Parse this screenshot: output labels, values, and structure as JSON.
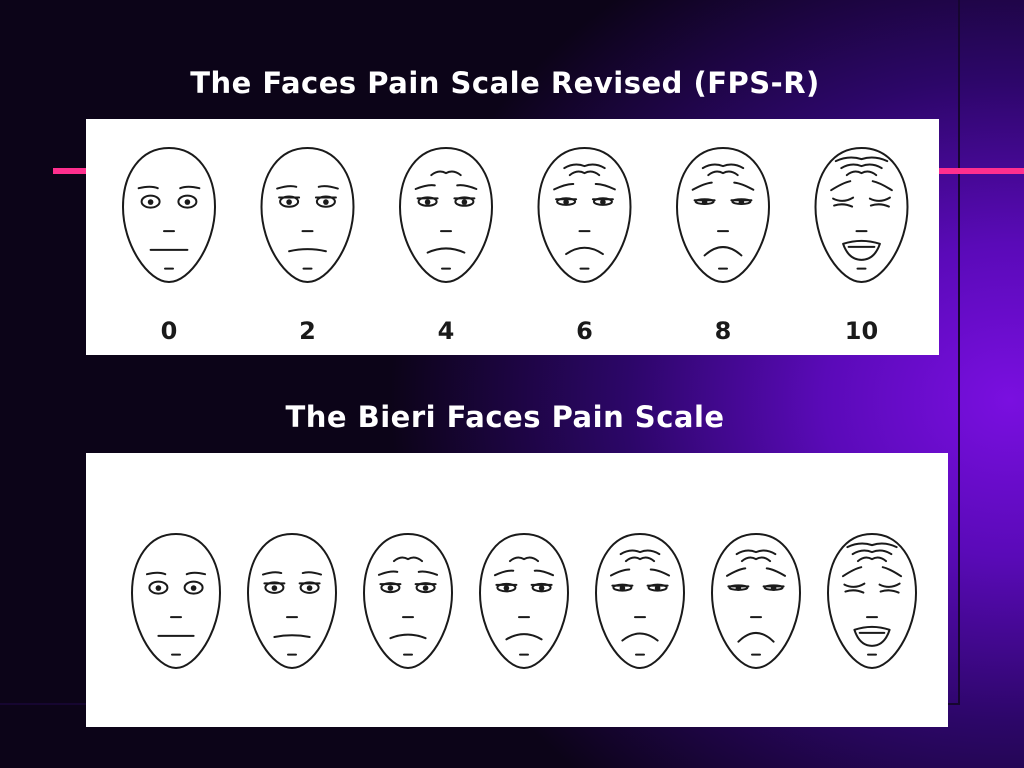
{
  "slide": {
    "title_fps_r": "The Faces Pain Scale Revised (FPS-R)",
    "title_bieri": "The Bieri Faces Pain Scale",
    "colors": {
      "background": "#0c0418",
      "glow": "#7a0fe0",
      "accent_line": "#ff2f8e",
      "title_text": "#ffffff",
      "panel": "#ffffff",
      "ink": "#1a1a1a"
    }
  },
  "fps_r": {
    "face_count": 6,
    "scores": [
      "0",
      "2",
      "4",
      "6",
      "8",
      "10"
    ]
  },
  "bieri": {
    "face_count": 7
  }
}
